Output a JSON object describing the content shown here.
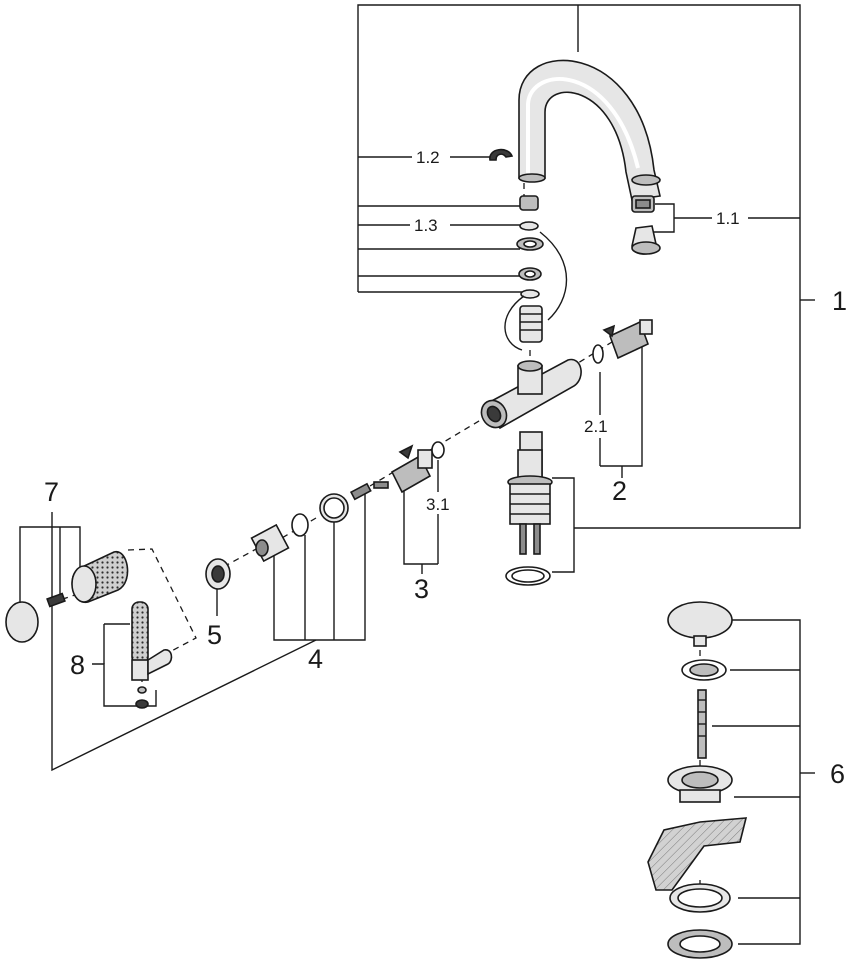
{
  "callouts": {
    "c1": "1",
    "c1_1": "1.1",
    "c1_2": "1.2",
    "c1_3": "1.3",
    "c2": "2",
    "c2_1": "2.1",
    "c3": "3",
    "c3_1": "3.1",
    "c4": "4",
    "c5": "5",
    "c6": "6",
    "c7": "7",
    "c8": "8"
  },
  "colors": {
    "line": "#1a1a1a",
    "chrome_light": "#e6e6e6",
    "chrome_mid": "#bdbdbd",
    "chrome_dark": "#8c8c8c"
  }
}
